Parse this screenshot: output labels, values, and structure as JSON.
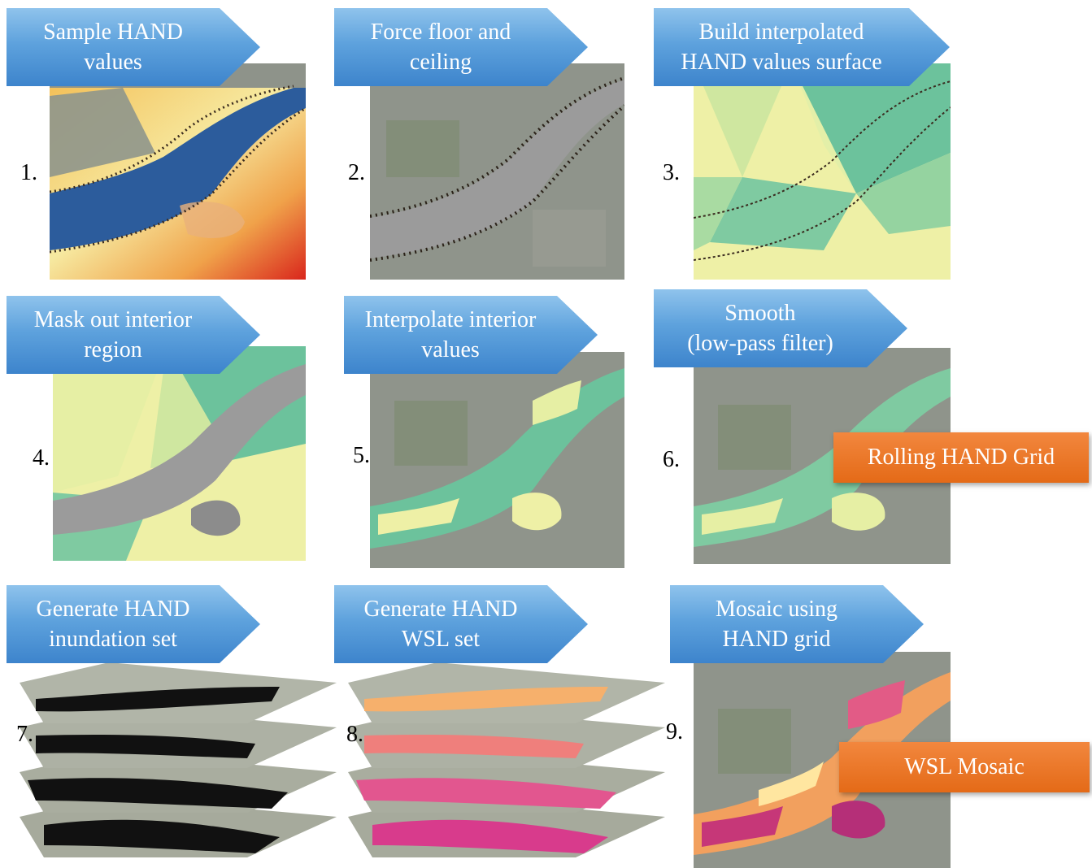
{
  "steps": [
    {
      "number": "1.",
      "line1": "Sample HAND",
      "line2": "values"
    },
    {
      "number": "2.",
      "line1": "Force floor and",
      "line2": "ceiling"
    },
    {
      "number": "3.",
      "line1": "Build interpolated",
      "line2": "HAND values surface"
    },
    {
      "number": "4.",
      "line1": "Mask out interior",
      "line2": "region"
    },
    {
      "number": "5.",
      "line1": "Interpolate interior",
      "line2": "values"
    },
    {
      "number": "6.",
      "line1": "Smooth",
      "line2": "(low-pass filter)"
    },
    {
      "number": "7.",
      "line1": "Generate HAND",
      "line2": "inundation set"
    },
    {
      "number": "8.",
      "line1": "Generate HAND",
      "line2": "WSL set"
    },
    {
      "number": "9.",
      "line1": "Mosaic using",
      "line2": "HAND grid"
    }
  ],
  "callouts": {
    "rolling": "Rolling HAND Grid",
    "wsl": "WSL Mosaic"
  },
  "colors": {
    "arrow_blue": "#4f94d6",
    "callout_orange": "#ea7421",
    "river_blue": "#2c5c9c",
    "hand_green": "#6cc29c",
    "hand_yellow": "#eef0a6",
    "wsl_magenta": "#d02f86",
    "inundation_black": "#111111"
  }
}
